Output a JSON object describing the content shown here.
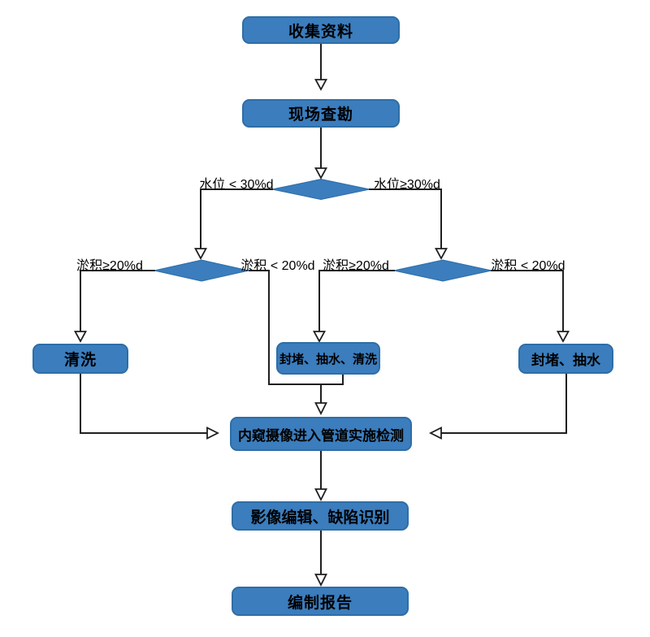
{
  "diagram": {
    "nodes": {
      "collect": {
        "label": "收集资料"
      },
      "survey": {
        "label": "现场查勘"
      },
      "clean": {
        "label": "清洗"
      },
      "block_pump_clean": {
        "label": "封堵、抽水、清洗"
      },
      "block_pump": {
        "label": "封堵、抽水"
      },
      "inspect": {
        "label": "内窥摄像进入管道实施检测"
      },
      "edit": {
        "label": "影像编辑、缺陷识别"
      },
      "report": {
        "label": "编制报告"
      }
    },
    "branch_labels": {
      "water_lt_30": "水位 < 30%d",
      "water_ge_30": "水位≥30%d",
      "silt_ge_20_left": "淤积≥20%d",
      "silt_lt_20_left": "淤积 < 20%d",
      "silt_ge_20_right": "淤积≥20%d",
      "silt_lt_20_right": "淤积 < 20%d"
    },
    "colors": {
      "node_fill": "#3b7dbd",
      "node_border": "#2e6ea6",
      "connector": "#1f1f1f",
      "text": "#000000",
      "background": "#ffffff"
    }
  }
}
